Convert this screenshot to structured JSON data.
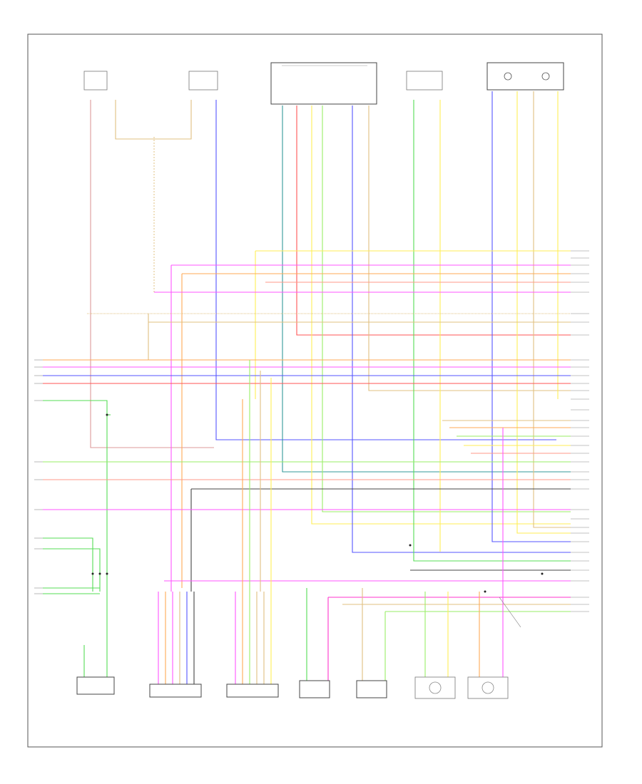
{
  "diagram": {
    "page_ref": "",
    "components": [
      {
        "id": "top1",
        "label": ""
      },
      {
        "id": "top2",
        "label": ""
      },
      {
        "id": "top3",
        "label": ""
      },
      {
        "id": "top4",
        "label": ""
      },
      {
        "id": "top5",
        "label": ""
      },
      {
        "id": "bot1",
        "label": ""
      },
      {
        "id": "bot2",
        "label": ""
      },
      {
        "id": "bot3",
        "label": ""
      },
      {
        "id": "bot4",
        "label": ""
      },
      {
        "id": "bot5",
        "label": ""
      },
      {
        "id": "bot6",
        "label": ""
      },
      {
        "id": "bot7",
        "label": ""
      }
    ],
    "notes": [
      {
        "id": "note1",
        "label": ""
      },
      {
        "id": "note2",
        "label": ""
      }
    ],
    "wire_colors": {
      "pink": "#ff55ff",
      "magenta": "#ff33cc",
      "blue": "#5555ff",
      "red": "#ff5555",
      "green": "#55dd55",
      "lightgreen": "#99ee66",
      "yellow": "#ffee55",
      "orange": "#ffaa55",
      "tan": "#e0c080",
      "teal": "#339999",
      "violet": "#aa66ff",
      "gray": "#888888",
      "dark": "#444444",
      "salmon": "#ff9988",
      "rose": "#dd9999"
    }
  }
}
